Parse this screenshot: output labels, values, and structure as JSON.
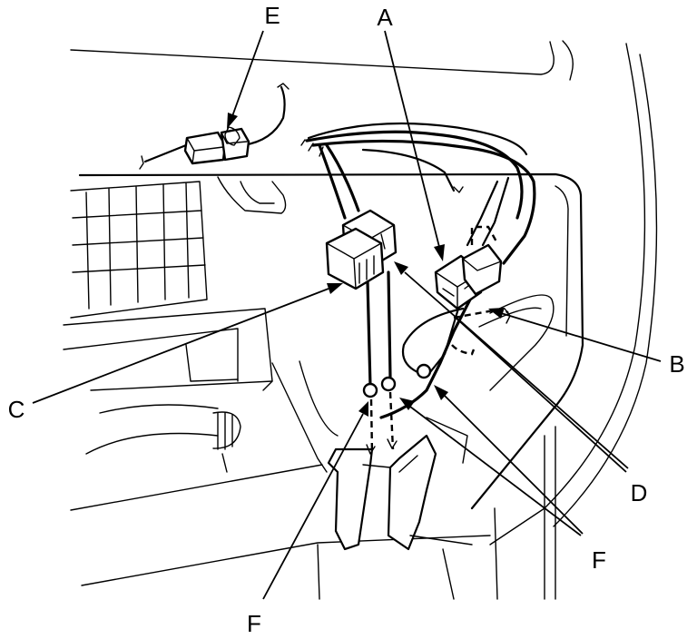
{
  "callouts": {
    "a": "A",
    "b": "B",
    "c": "C",
    "d": "D",
    "e": "E",
    "f_left": "F",
    "f_right": "F"
  },
  "colors": {
    "ink": "#000000",
    "background": "#ffffff"
  }
}
